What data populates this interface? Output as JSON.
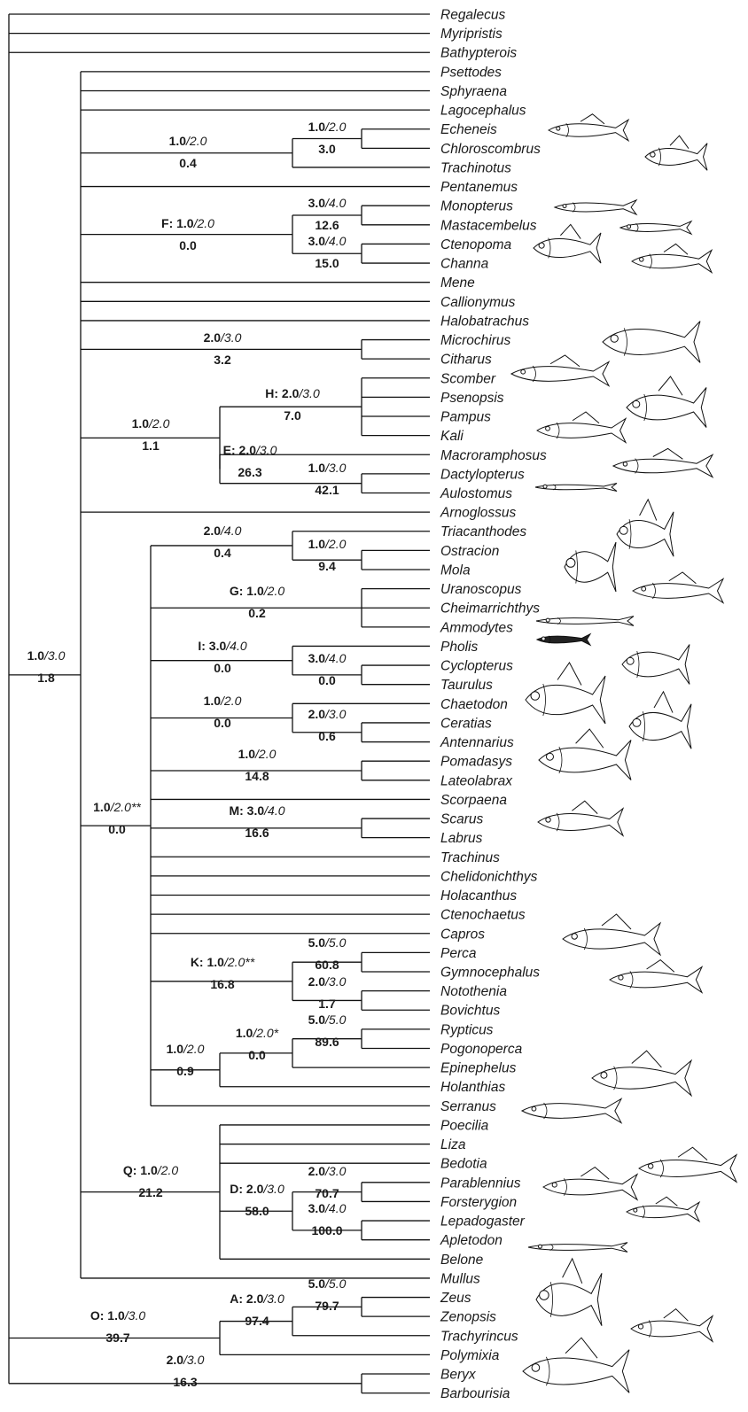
{
  "taxa": [
    "Regalecus",
    "Myripristis",
    "Bathypterois",
    "Psettodes",
    "Sphyraena",
    "Lagocephalus",
    "Echeneis",
    "Chloroscombrus",
    "Trachinotus",
    "Pentanemus",
    "Monopterus",
    "Mastacembelus",
    "Ctenopoma",
    "Channa",
    "Mene",
    "Callionymus",
    "Halobatrachus",
    "Microchirus",
    "Citharus",
    "Scomber",
    "Psenopsis",
    "Pampus",
    "Kali",
    "Macroramphosus",
    "Dactylopterus",
    "Aulostomus",
    "Arnoglossus",
    "Triacanthodes",
    "Ostracion",
    "Mola",
    "Uranoscopus",
    "Cheimarrichthys",
    "Ammodytes",
    "Pholis",
    "Cyclopterus",
    "Taurulus",
    "Chaetodon",
    "Ceratias",
    "Antennarius",
    "Pomadasys",
    "Lateolabrax",
    "Scorpaena",
    "Scarus",
    "Labrus",
    "Trachinus",
    "Chelidonichthys",
    "Holacanthus",
    "Ctenochaetus",
    "Capros",
    "Perca",
    "Gymnocephalus",
    "Notothenia",
    "Bovichtus",
    "Rypticus",
    "Pogonoperca",
    "Epinephelus",
    "Holanthias",
    "Serranus",
    "Poecilia",
    "Liza",
    "Bedotia",
    "Parablennius",
    "Forsterygion",
    "Lepadogaster",
    "Apletodon",
    "Belone",
    "Mullus",
    "Zeus",
    "Zenopsis",
    "Trachyrincus",
    "Polymixia",
    "Beryx",
    "Barbourisia"
  ],
  "nodes": [
    {
      "id": "root_main",
      "label": "",
      "bold": "1.0",
      "italic": "/3.0",
      "bf": "1.8"
    },
    {
      "id": "echeneis_grp",
      "label": "",
      "bold": "1.0",
      "italic": "/2.0",
      "bf": "0.4"
    },
    {
      "id": "echeneis_pair",
      "label": "",
      "bold": "1.0",
      "italic": "/2.0",
      "bf": "3.0"
    },
    {
      "id": "F",
      "label": "F: ",
      "bold": "1.0",
      "italic": "/2.0",
      "bf": "0.0"
    },
    {
      "id": "monopterus_pair",
      "label": "",
      "bold": "3.0",
      "italic": "/4.0",
      "bf": "12.6"
    },
    {
      "id": "ctenopoma_pair",
      "label": "",
      "bold": "3.0",
      "italic": "/4.0",
      "bf": "15.0"
    },
    {
      "id": "microchirus_pair",
      "label": "",
      "bold": "2.0",
      "italic": "/3.0",
      "bf": "3.2"
    },
    {
      "id": "he_grp",
      "label": "",
      "bold": "1.0",
      "italic": "/2.0",
      "bf": "1.1"
    },
    {
      "id": "H",
      "label": "H: ",
      "bold": "2.0",
      "italic": "/3.0",
      "bf": "7.0"
    },
    {
      "id": "E",
      "label": "E: ",
      "bold": "2.0",
      "italic": "/3.0",
      "bf": "26.3"
    },
    {
      "id": "dactylopterus_pair",
      "label": "",
      "bold": "1.0",
      "italic": "/3.0",
      "bf": "42.1"
    },
    {
      "id": "big",
      "label": "",
      "bold": "1.0",
      "italic": "/2.0**",
      "bf": "0.0"
    },
    {
      "id": "trio_tri",
      "label": "",
      "bold": "2.0",
      "italic": "/4.0",
      "bf": "0.4"
    },
    {
      "id": "ostracion_pair",
      "label": "",
      "bold": "1.0",
      "italic": "/2.0",
      "bf": "9.4"
    },
    {
      "id": "G",
      "label": "G: ",
      "bold": "1.0",
      "italic": "/2.0",
      "bf": "0.2"
    },
    {
      "id": "I",
      "label": "I: ",
      "bold": "3.0",
      "italic": "/4.0",
      "bf": "0.0"
    },
    {
      "id": "cyclopterus_pair",
      "label": "",
      "bold": "3.0",
      "italic": "/4.0",
      "bf": "0.0"
    },
    {
      "id": "chaetodon_grp",
      "label": "",
      "bold": "1.0",
      "italic": "/2.0",
      "bf": "0.0"
    },
    {
      "id": "ceratias_pair",
      "label": "",
      "bold": "2.0",
      "italic": "/3.0",
      "bf": "0.6"
    },
    {
      "id": "pomadasys_pair",
      "label": "",
      "bold": "1.0",
      "italic": "/2.0",
      "bf": "14.8"
    },
    {
      "id": "M",
      "label": "M: ",
      "bold": "3.0",
      "italic": "/4.0",
      "bf": "16.6"
    },
    {
      "id": "K",
      "label": "K: ",
      "bold": "1.0",
      "italic": "/2.0**",
      "bf": "16.8"
    },
    {
      "id": "perca_pair",
      "label": "",
      "bold": "5.0",
      "italic": "/5.0",
      "bf": "60.8"
    },
    {
      "id": "notothenia_pair",
      "label": "",
      "bold": "2.0",
      "italic": "/3.0",
      "bf": "1.7"
    },
    {
      "id": "serranid_grp",
      "label": "",
      "bold": "1.0",
      "italic": "/2.0",
      "bf": "0.9"
    },
    {
      "id": "rypticus_grp",
      "label": "",
      "bold": "1.0",
      "italic": "/2.0*",
      "bf": "0.0"
    },
    {
      "id": "rypticus_pair",
      "label": "",
      "bold": "5.0",
      "italic": "/5.0",
      "bf": "89.6"
    },
    {
      "id": "Q",
      "label": "Q: ",
      "bold": "1.0",
      "italic": "/2.0",
      "bf": "21.2"
    },
    {
      "id": "D",
      "label": "D: ",
      "bold": "2.0",
      "italic": "/3.0",
      "bf": "58.0"
    },
    {
      "id": "parablennius_pair",
      "label": "",
      "bold": "2.0",
      "italic": "/3.0",
      "bf": "70.7"
    },
    {
      "id": "lepadogaster_pair",
      "label": "",
      "bold": "3.0",
      "italic": "/4.0",
      "bf": "100.0"
    },
    {
      "id": "O",
      "label": "O: ",
      "bold": "1.0",
      "italic": "/3.0",
      "bf": "39.7"
    },
    {
      "id": "A",
      "label": "A: ",
      "bold": "2.0",
      "italic": "/3.0",
      "bf": "97.4"
    },
    {
      "id": "zeus_pair",
      "label": "",
      "bold": "5.0",
      "italic": "/5.0",
      "bf": "79.7"
    },
    {
      "id": "beryx_pair",
      "label": "",
      "bold": "2.0",
      "italic": "/3.0",
      "bf": "16.3"
    }
  ],
  "illustrations": [
    "echeneis-fish",
    "chloroscombrus-fish",
    "monopterus-eel",
    "mastacembelus-fish",
    "ctenopoma-fish",
    "channa-fish",
    "flatfish",
    "scomber-fish",
    "pampus-fish",
    "kali-fish",
    "dactylopterus-fish",
    "aulostomus-fish",
    "triacanthodes-fish",
    "mola-fish",
    "uranoscopus-fish",
    "ammodytes-fish",
    "pholis-fish",
    "cyclopterus-fish",
    "chaetodon-fish",
    "antennarius-fish",
    "pomadasys-fish",
    "labrus-fish",
    "perca-fish",
    "notothenia-fish",
    "holanthias-fish",
    "poecilia-fish",
    "parablennius-fish",
    "forsterygion-fish",
    "lepadogaster-fish",
    "belone-fish",
    "zeus-fish",
    "polymixia-fish",
    "beryx-fish"
  ]
}
